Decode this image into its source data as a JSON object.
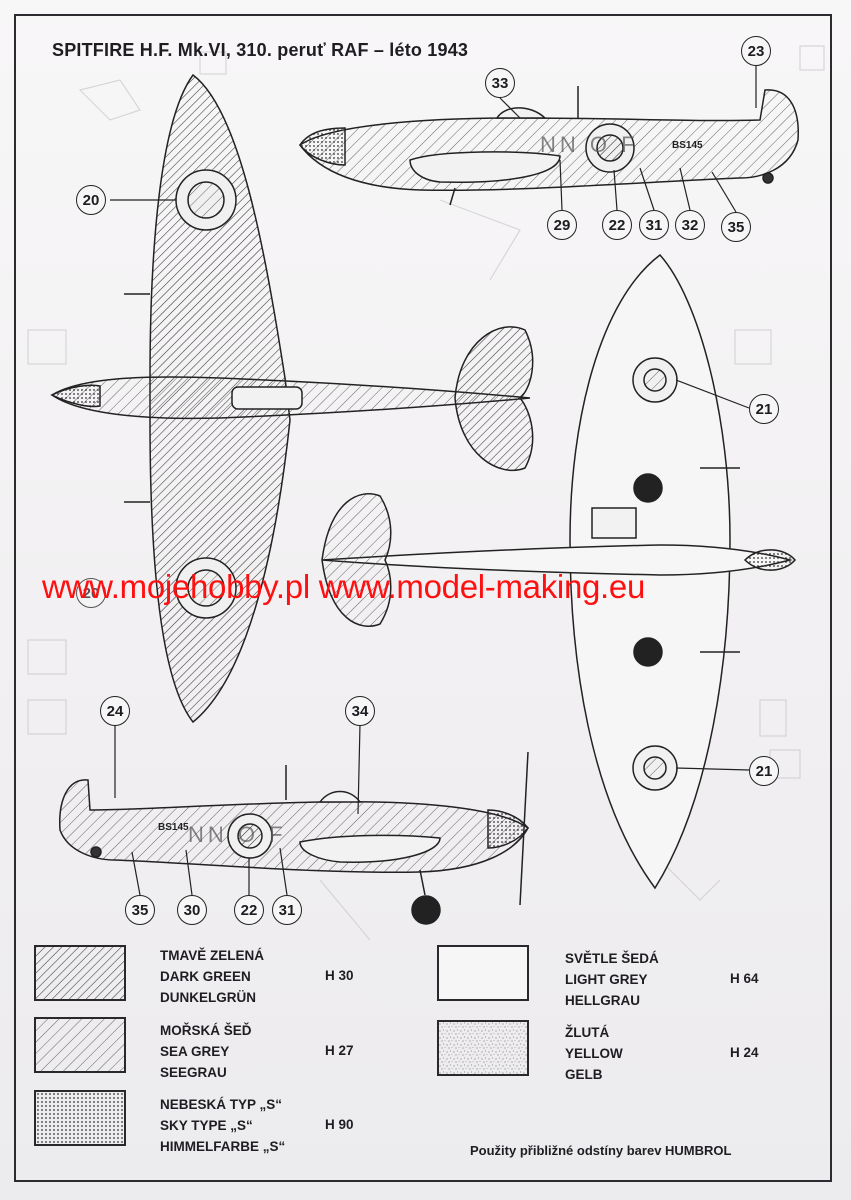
{
  "title": "SPITFIRE H.F. Mk.VI, 310. peruť RAF – léto 1943",
  "watermark": "www.mojehobby.pl www.model-making.eu",
  "callouts": {
    "c20_upper": "20",
    "c20_lower": "20",
    "c21_upper": "21",
    "c21_lower": "21",
    "c22_side": "22",
    "c22_bottom": "22",
    "c23": "23",
    "c24": "24",
    "c29": "29",
    "c30": "30",
    "c31_side": "31",
    "c31_bottom": "31",
    "c32": "32",
    "c33": "33",
    "c34": "34",
    "c35_side": "35",
    "c35_bottom": "35"
  },
  "side_markings": {
    "serial": "BS145",
    "code": "NN O F"
  },
  "legend": [
    {
      "lines": [
        "TMAVĚ ZELENÁ",
        "DARK GREEN",
        "DUNKELGRÜN"
      ],
      "code": "H 30",
      "pattern": "hatch-dense"
    },
    {
      "lines": [
        "MOŘSKÁ ŠEĎ",
        "SEA GREY",
        "SEEGRAU"
      ],
      "code": "H 27",
      "pattern": "hatch-light"
    },
    {
      "lines": [
        "NEBESKÁ TYP „S“",
        "SKY TYPE „S“",
        "HIMMELFARBE „S“"
      ],
      "code": "H 90",
      "pattern": "dots"
    },
    {
      "lines": [
        "SVĚTLE ŠEDÁ",
        "LIGHT GREY",
        "HELLGRAU"
      ],
      "code": "H 64",
      "pattern": "plain"
    },
    {
      "lines": [
        "ŽLUTÁ",
        "YELLOW",
        "GELB"
      ],
      "code": "H 24",
      "pattern": "speckle"
    }
  ],
  "footnote": "Použity přibližné odstíny barev HUMBROL",
  "colors": {
    "ink": "#222226",
    "watermark": "#ff1010",
    "paper": "#f6f4f5"
  }
}
